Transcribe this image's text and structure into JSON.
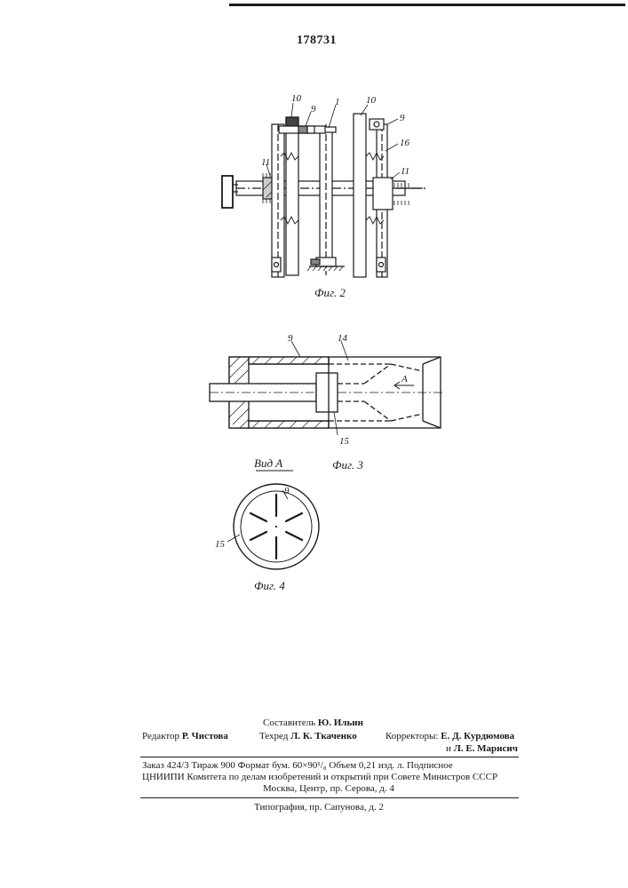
{
  "document": {
    "patent_number": "178731",
    "figures": {
      "fig2": {
        "caption": "Фиг. 2",
        "labels": {
          "l10a": "10",
          "l9a": "9",
          "l1": "1",
          "l10b": "10",
          "l9b": "9",
          "l16": "16",
          "l11a": "11",
          "l11b": "11"
        }
      },
      "fig3": {
        "caption": "Фиг. 3",
        "labels": {
          "l9": "9",
          "l14": "14",
          "l15": "15",
          "lA": "A"
        }
      },
      "fig4": {
        "title": "Вид А",
        "caption": "Фиг. 4",
        "labels": {
          "l9": "9",
          "l15": "15"
        }
      }
    },
    "imprint": {
      "compiler_label": "Составитель",
      "compiler": "Ю. Ильин",
      "editor_label": "Редактор",
      "editor": "Р. Чистова",
      "techred_label": "Техред",
      "techred": "Л. К. Ткаченко",
      "correctors_label": "Корректоры:",
      "corrector1": "Е. Д. Курдюмова",
      "corrector2_prefix": "и",
      "corrector2": "Л. Е. Марисич",
      "order_line": "Заказ 424/3   Тираж 900   Формат бум. 60×90¹/₈   Объем 0,21 изд. л.   Подписное",
      "institute_line": "ЦНИИПИ Комитета по делам изобретений и открытий при Совете Министров СССР",
      "address_line": "Москва, Центр, пр. Серова, д. 4",
      "printing_line": "Типография, пр. Сапунова, д. 2"
    }
  }
}
